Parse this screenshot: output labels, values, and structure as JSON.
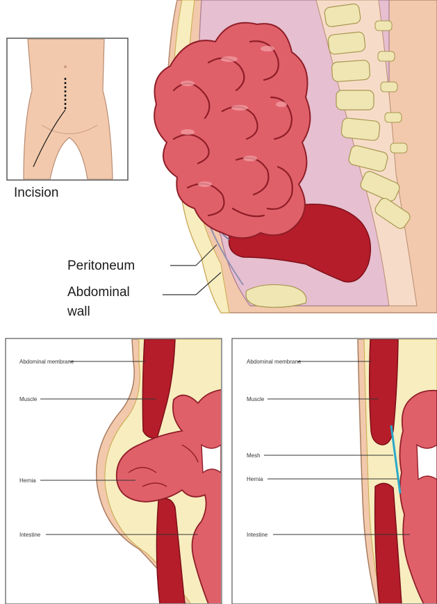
{
  "top_labels": {
    "incision": "Incision",
    "peritoneum": "Peritoneum",
    "abdominal_wall_line1": "Abdominal",
    "abdominal_wall_line2": "wall"
  },
  "panel_left": {
    "abdominal_membrane": "Abdominal membrane",
    "muscle": "Muscle",
    "hernia": "Hernia",
    "intestine": "Intestine"
  },
  "panel_right": {
    "abdominal_membrane": "Abdominal membrane",
    "muscle": "Muscle",
    "mesh": "Mesh",
    "hernia": "Hernia",
    "intestine": "Intestine"
  },
  "colors": {
    "skin": "#f2c9ac",
    "intestine": "#e0606a",
    "intestine_dark": "#b8313c",
    "muscle": "#b51d2a",
    "fat": "#f7edbf",
    "cavity": "#e6bfd0",
    "mesh": "#2aa8c9",
    "bone": "#efe6b4"
  }
}
